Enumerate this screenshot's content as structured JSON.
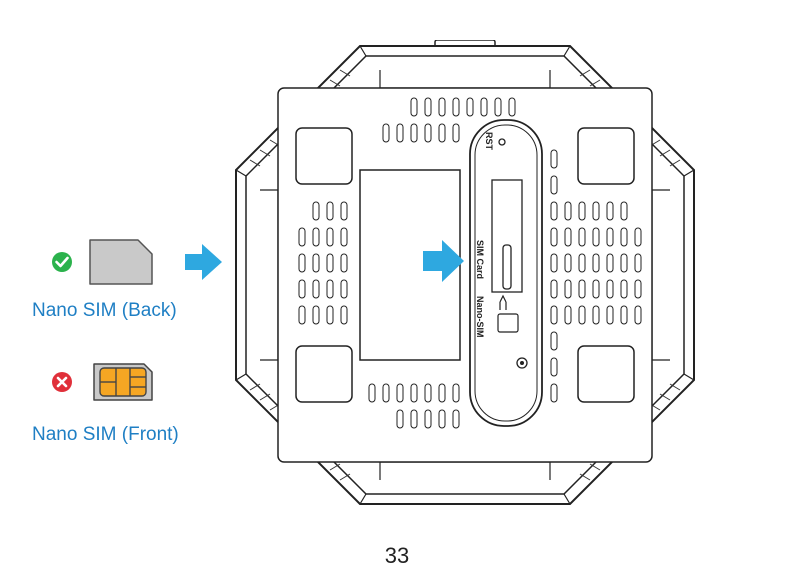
{
  "sim_back": {
    "label": "Nano SIM (Back)",
    "status_icon": "check-circle-icon",
    "status_color": "#2bb24c"
  },
  "sim_front": {
    "label": "Nano SIM (Front)",
    "status_icon": "cross-circle-icon",
    "status_color": "#e0303a"
  },
  "arrow_color": "#2ea8e0",
  "device": {
    "reset_label": "RST",
    "slot_label_1": "SIM Card",
    "slot_label_2": "Nano-SIM"
  },
  "page_number": "33"
}
